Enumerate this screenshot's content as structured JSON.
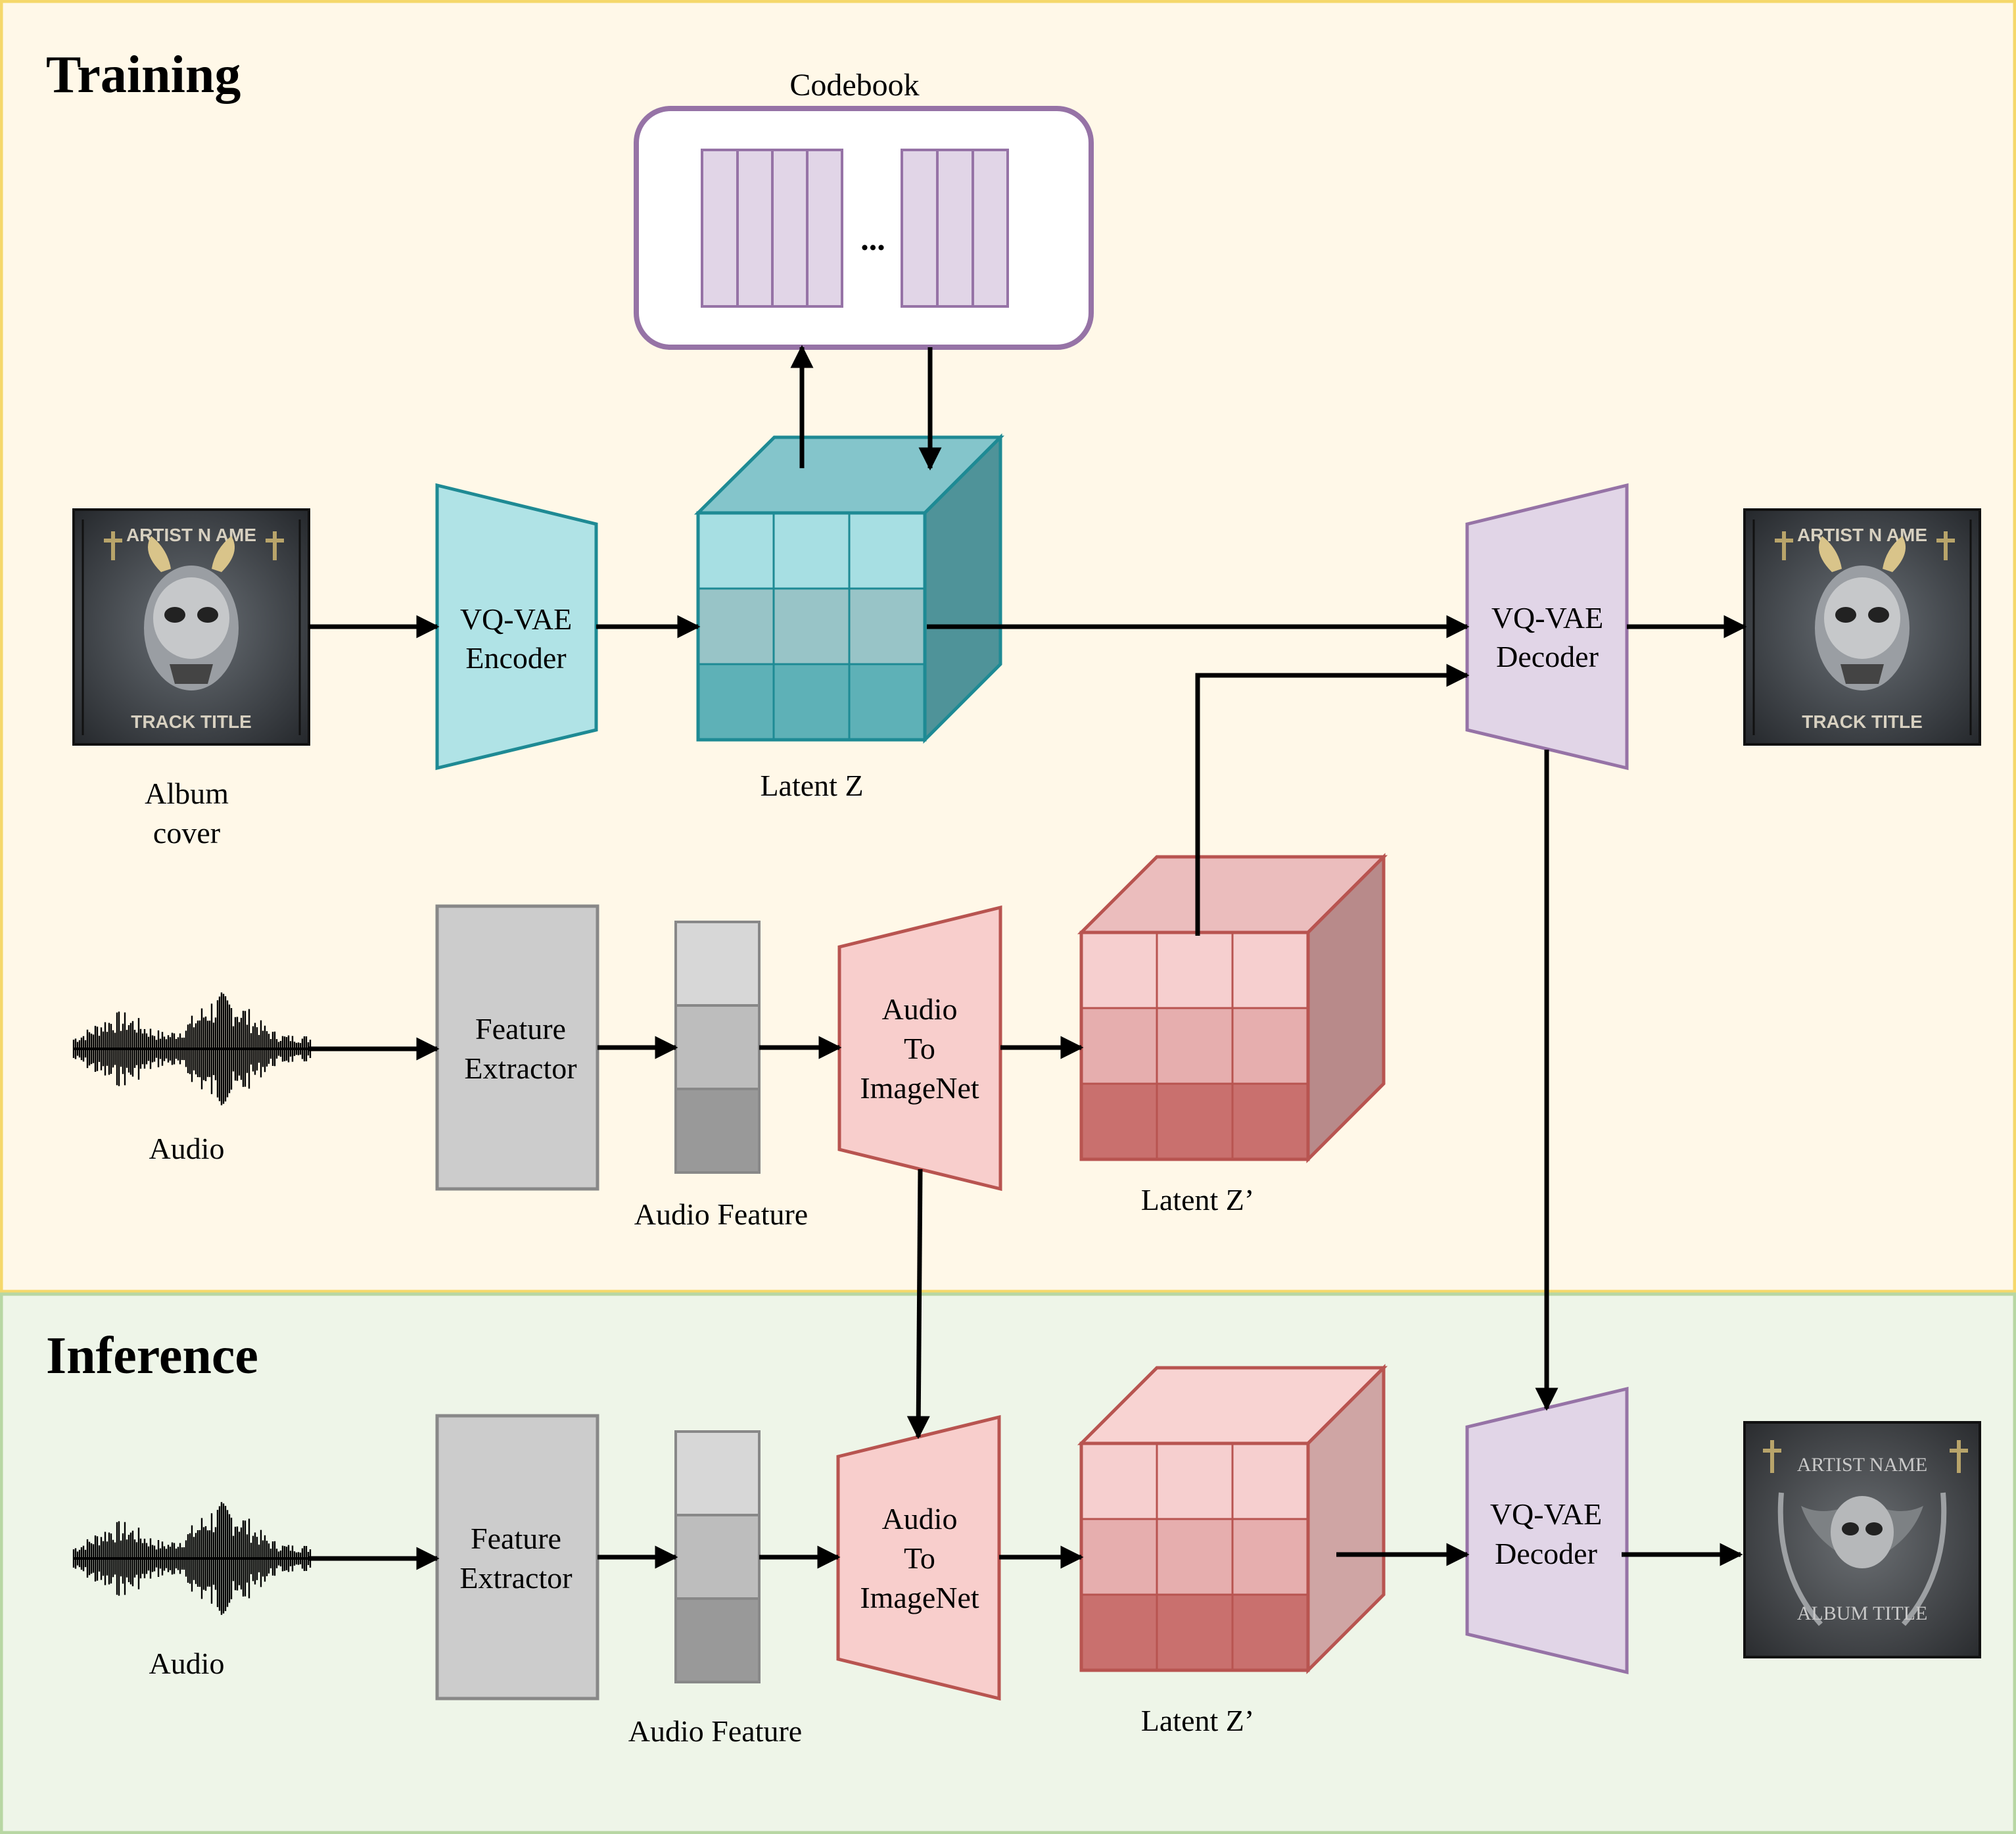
{
  "sections": {
    "training": "Training",
    "inference": "Inference"
  },
  "codebook": {
    "label": "Codebook",
    "ellipsis": "..."
  },
  "training": {
    "album_cover_label_line1": "Album",
    "album_cover_label_line2": "cover",
    "cover_artist": "ARTIST N AME",
    "cover_track": "TRACK TITLE",
    "encoder_line1": "VQ-VAE",
    "encoder_line2": "Encoder",
    "latent_z": "Latent Z",
    "decoder_line1": "VQ-VAE",
    "decoder_line2": "Decoder",
    "audio_label": "Audio",
    "feature_extractor_line1": "Feature",
    "feature_extractor_line2": "Extractor",
    "audio_feature": "Audio Feature",
    "a2i_line1": "Audio",
    "a2i_line2": "To",
    "a2i_line3": "ImageNet",
    "latent_z_prime": "Latent Z’"
  },
  "inference": {
    "audio_label": "Audio",
    "feature_extractor_line1": "Feature",
    "feature_extractor_line2": "Extractor",
    "audio_feature": "Audio Feature",
    "a2i_line1": "Audio",
    "a2i_line2": "To",
    "a2i_line3": "ImageNet",
    "latent_z_prime": "Latent Z’",
    "decoder_line1": "VQ-VAE",
    "decoder_line2": "Decoder",
    "cover_artist": "ARTIST NAME",
    "cover_album": "ALBUM TITLE"
  },
  "colors": {
    "training_bg": "#FFF8E8",
    "training_border": "#F5D86B",
    "inference_bg": "#EEF5E8",
    "inference_border": "#B8D7A3",
    "encoder_fill": "#B0E3E6",
    "encoder_stroke": "#1E8A94",
    "decoder_fill": "#E1D5E7",
    "decoder_stroke": "#9673A6",
    "a2i_fill": "#F8CECC",
    "a2i_stroke": "#B85450",
    "feature_fill": "#CCCCCC",
    "feature_stroke": "#888888"
  }
}
